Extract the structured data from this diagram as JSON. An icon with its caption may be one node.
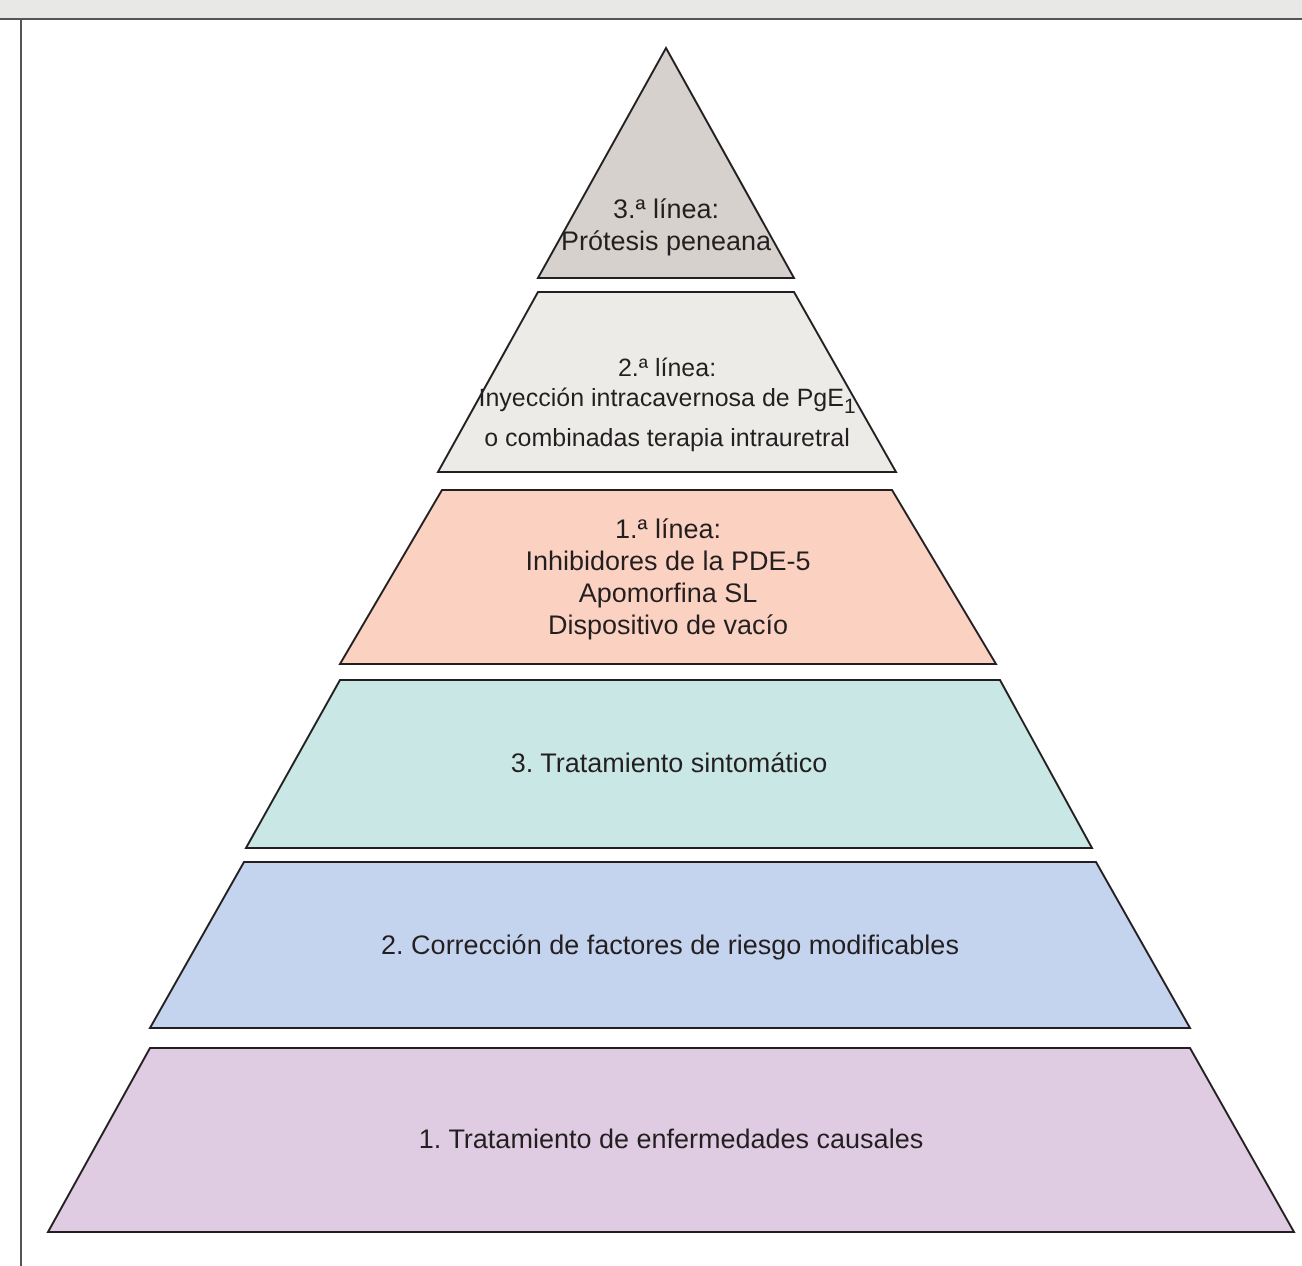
{
  "diagram": {
    "nodes": [
      {
        "text": [
          "3.ª línea:",
          "Prótesis peneana"
        ]
      },
      {
        "text": [
          "2.ª línea:",
          "Inyección intracavernosa de PgE$_{1}$ o combinadas terapia intrauretral"
        ]
      },
      {
        "text": [
          "1.ª línea:",
          "Inhibidores de la PDE-5",
          "Apomorfina SL",
          "Dispositivo de vacío"
        ]
      },
      {
        "text": [
          "3. Tratamiento sintomático"
        ]
      },
      {
        "text": [
          "2. Corrección de factores de riesgo modificables"
        ]
      },
      {
        "text": [
          "1. Tratamiento de enfermedades causales"
        ]
      }
    ]
  }
}
